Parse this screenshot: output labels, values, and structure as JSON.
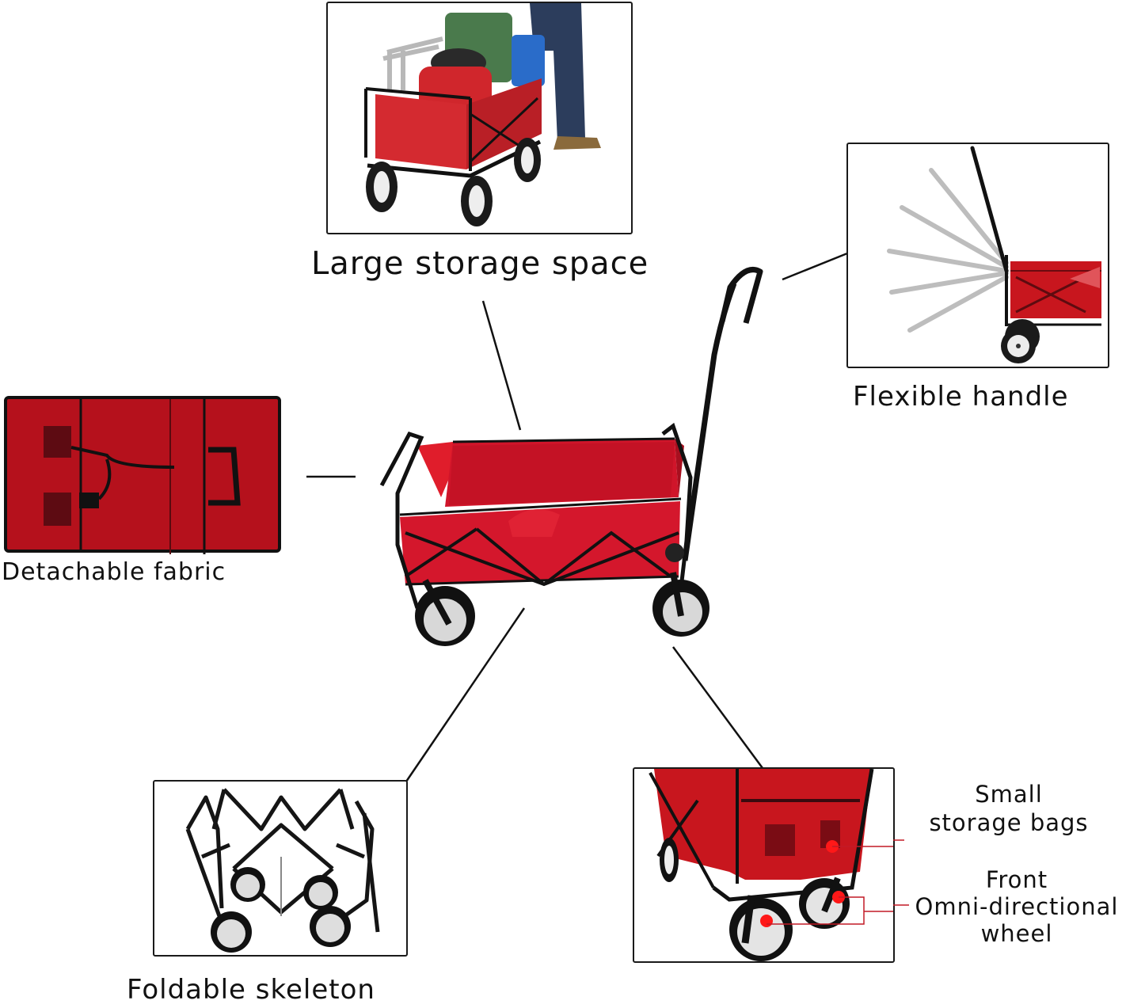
{
  "infographic": {
    "subject": "Folding utility wagon",
    "colors": {
      "fabric_red": "#c8161e",
      "fabric_dark": "#8e0f16",
      "frame_black": "#141414",
      "wheel_grey": "#d8d8d8",
      "connector_line": "#111111",
      "annotation_red": "#c21a26"
    },
    "center_image": {
      "description": "Red folding wagon with black steel frame and pull handle"
    },
    "features": [
      {
        "id": "large-storage",
        "label": "Large storage space",
        "image": "Wagon loaded with cooler, bags and water jug, person pulling"
      },
      {
        "id": "flexible-handle",
        "label": "Flexible handle",
        "image": "Side view showing handle rotating through multiple angles"
      },
      {
        "id": "detachable-fabric",
        "label": "Detachable fabric",
        "image": "Red fabric liner laid flat with pockets and carry handle"
      },
      {
        "id": "foldable-skeleton",
        "label": "Foldable skeleton",
        "image": "Black folding steel frame without fabric"
      },
      {
        "id": "details",
        "label": "",
        "image": "Close-up of rear pockets and front wheels"
      }
    ],
    "annotations": [
      {
        "id": "small-storage-bags",
        "lines": [
          "Small",
          "storage bags"
        ]
      },
      {
        "id": "front-wheel",
        "lines": [
          "Front",
          "Omni-directional",
          "wheel"
        ]
      }
    ]
  }
}
